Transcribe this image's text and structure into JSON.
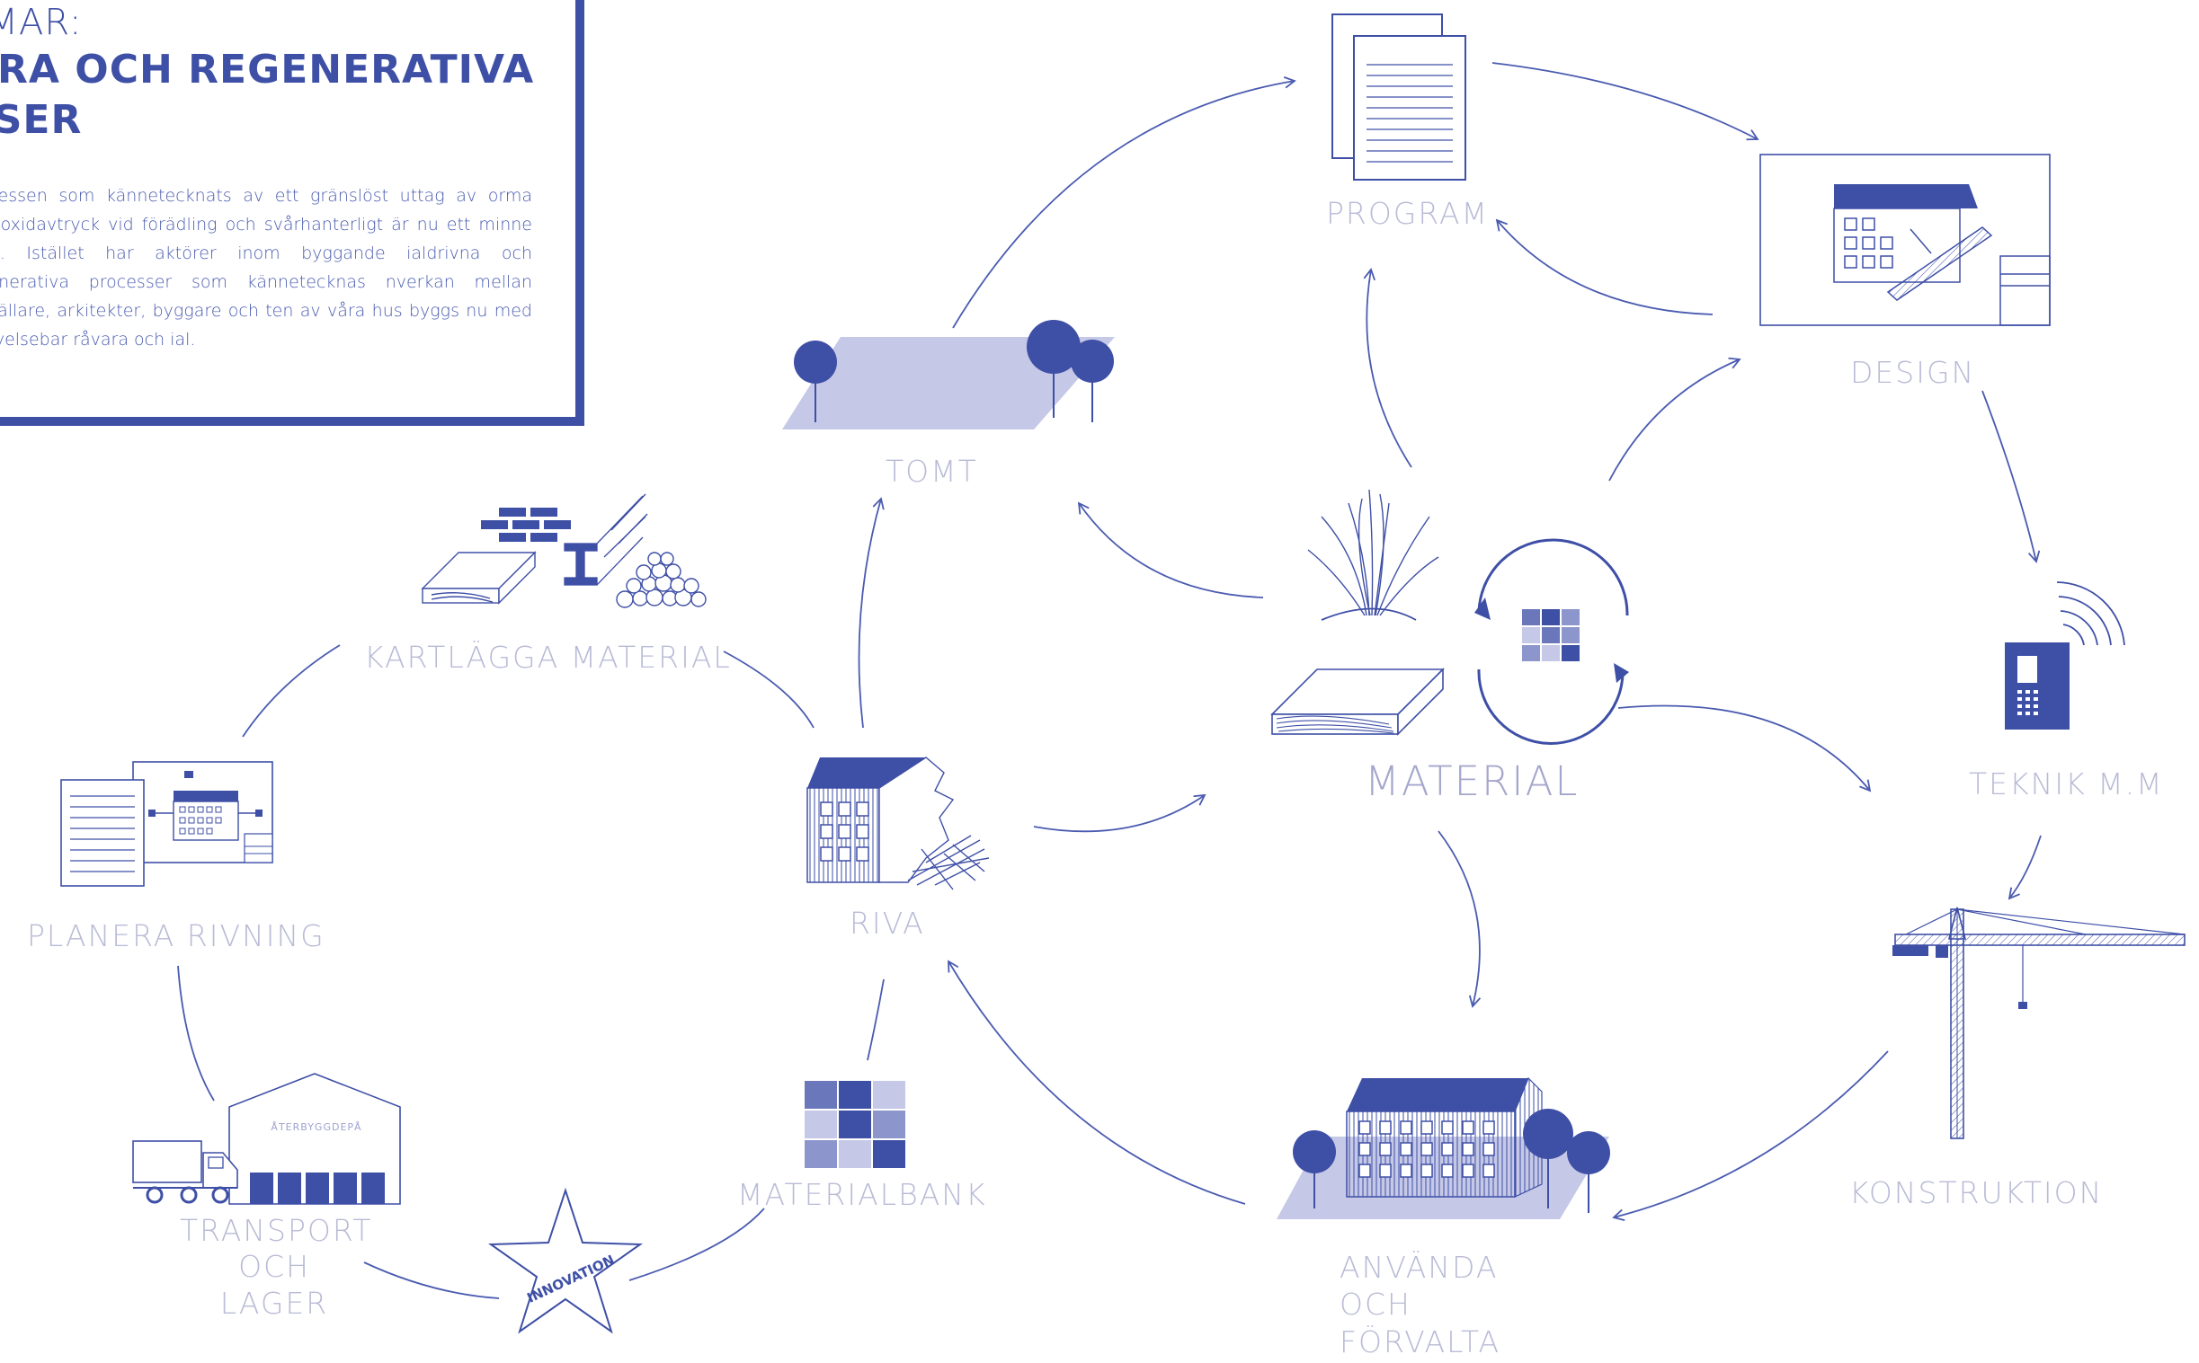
{
  "intro": {
    "kicker": "MMAR:",
    "title": "ÄRA OCH REGENERATIVA SSER",
    "body": "processen som kännetecknats av ett gränslöst uttag av orma koldioxidavtryck vid förädling och svårhanterligt är nu ett minne blott. Istället har aktörer inom byggande ialdrivna och regenerativa processer som kännetecknas nverkan mellan beställare, arkitekter, byggare och ten av våra hus byggs nu med förnyelsebar råvara och ial."
  },
  "nodes": {
    "program": "PROGRAM",
    "design": "DESIGN",
    "tomt": "TOMT",
    "kartlagga": "KARTLÄGGA MATERIAL",
    "material": "MATERIAL",
    "teknik": "TEKNIK M.M",
    "planera": "PLANERA RIVNING",
    "riva": "RIVA",
    "konstruktion": "KONSTRUKTION",
    "materialbank": "MATERIALBANK",
    "transport": [
      "TRANSPORT",
      "OCH",
      "LAGER"
    ],
    "anvanda": [
      "ANVÄNDA",
      "OCH",
      "FÖRVALTA"
    ]
  },
  "icons": {
    "warehouse_sign": "ÅTERBYGGDEPÅ",
    "innovation_badge": "INNOVATION"
  },
  "colors": {
    "accent": "#3e4fa6",
    "light_fill": "#c5c8e6",
    "label": "#b9bbd6"
  }
}
